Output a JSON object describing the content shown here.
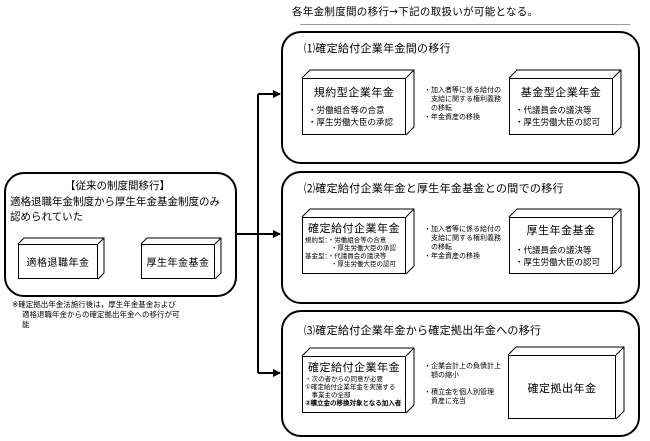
{
  "title": "各年金制度間の移行→下記の取扱いが可能となる。",
  "legacy": {
    "heading": "【従来の制度間移行】",
    "desc_line1": "適格退職年金制度から厚生年金基金制度のみ",
    "desc_line2": "認められていた",
    "from_box": "適格退職年金",
    "to_box": "厚生年金基金",
    "note_line1": "※確定拠出年金法施行後は，厚生年金基金および",
    "note_line2": "適格退職年金からの確定拠出年金への移行が可",
    "note_line3": "能"
  },
  "sections": [
    {
      "heading": "⑴確定給付企業年金間の移行",
      "left_box": {
        "name": "規約型企業年金",
        "items": [
          "・労働組合等の合意",
          "・厚生労働大臣の承認"
        ]
      },
      "arrow_text": [
        "・加入者等に係る給付の",
        "　支給に関する権利義務",
        "　の移転",
        "・年金資産の移換"
      ],
      "right_box": {
        "name": "基金型企業年金",
        "items": [
          "・代議員会の議決等",
          "・厚生労働大臣の認可"
        ]
      }
    },
    {
      "heading": "⑵確定給付企業年金と厚生年金基金との間での移行",
      "left_box": {
        "name": "確定給付企業年金",
        "items": [
          "規約型：・労働組合等の合意",
          "　　　　・厚生労働大臣の承認",
          "基金型：・代議員会の議決等",
          "　　　　・厚生労働大臣の認可"
        ]
      },
      "arrow_text": [
        "・加入者等に係る給付の",
        "　支給に関する権利義務",
        "　の移転",
        "・年金資産の移換"
      ],
      "right_box": {
        "name": "厚生年金基金",
        "items": [
          "・代議員会の議決等",
          "・厚生労働大臣の認可"
        ]
      }
    },
    {
      "heading": "⑶確定給付企業年金から確定拠出年金への移行",
      "left_box": {
        "name": "確定給付企業年金",
        "items": [
          "・次の者からの同意が必要",
          "①確定給付企業年金を実施する",
          "　事業主の全部",
          "②積立金の移換対象となる加入者"
        ]
      },
      "arrow_text_top": [
        "・企業会計上の負債計上",
        "　額の縮小"
      ],
      "arrow_text_bottom": [
        "・積立金を個人別管理",
        "　資産に充当"
      ],
      "right_box": {
        "name": "確定拠出年金",
        "items": []
      }
    }
  ]
}
